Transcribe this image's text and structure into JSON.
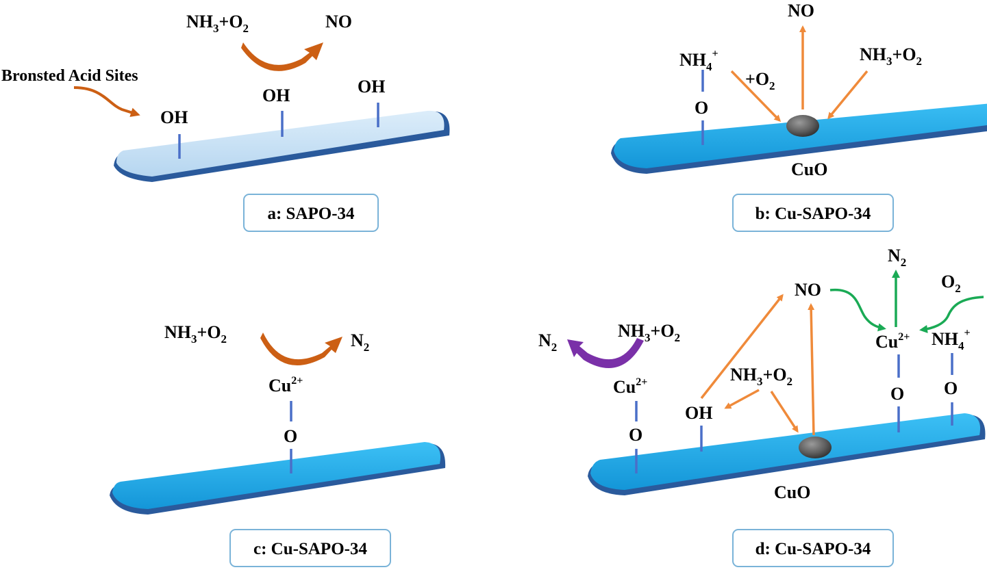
{
  "colors": {
    "slab_blue": "#1aa6e6",
    "slab_light": "#c9e3f7",
    "slab_edge": "#2a5a9c",
    "stick_blue": "#4a6fc8",
    "arrow_brown": "#cc5f14",
    "arrow_orange": "#ef8a3a",
    "arrow_green": "#1aaa55",
    "arrow_purple": "#7a30a8",
    "caption_border": "#7ab3d8",
    "cuo_particle": "#6a6a6a"
  },
  "icons": [
    "curved-arrow",
    "straight-arrow",
    "cuo-particle",
    "bond-stick"
  ],
  "panels": {
    "a": {
      "caption": "a: SAPO-34",
      "label_sites": "Bronsted Acid Sites",
      "oh_1": "OH",
      "oh_2": "OH",
      "oh_3": "OH",
      "reactant_main": "NH",
      "reactant_sub": "3",
      "reactant_mid": "+O",
      "reactant_sub2": "2",
      "product": "NO"
    },
    "b": {
      "caption": "b: Cu-SAPO-34",
      "nh4_main": "NH",
      "nh4_sub": "4",
      "nh4_sup": "+",
      "o_label": "O",
      "plus_o2_main": "+O",
      "plus_o2_sub": "2",
      "no_label": "NO",
      "reactant_main": "NH",
      "reactant_sub": "3",
      "reactant_mid": "+O",
      "reactant_sub2": "2",
      "cuo_label": "CuO"
    },
    "c": {
      "caption": "c: Cu-SAPO-34",
      "reactant_main": "NH",
      "reactant_sub": "3",
      "reactant_mid": "+O",
      "reactant_sub2": "2",
      "product_main": "N",
      "product_sub": "2",
      "cu_main": "Cu",
      "cu_sup": "2+",
      "o_label": "O"
    },
    "d": {
      "caption": "d: Cu-SAPO-34",
      "n2_left_main": "N",
      "n2_left_sub": "2",
      "reactant_left_main": "NH",
      "reactant_left_sub": "3",
      "reactant_left_mid": "+O",
      "reactant_left_sub2": "2",
      "cu_left_main": "Cu",
      "cu_left_sup": "2+",
      "o_left": "O",
      "oh_label": "OH",
      "reactant_mid_main": "NH",
      "reactant_mid_sub": "3",
      "reactant_mid_mid": "+O",
      "reactant_mid_sub2": "2",
      "no_label": "NO",
      "n2_top_main": "N",
      "n2_top_sub": "2",
      "o2_main": "O",
      "o2_sub": "2",
      "cu_right_main": "Cu",
      "cu_right_sup": "2+",
      "o_right": "O",
      "nh4_main": "NH",
      "nh4_sub": "4",
      "nh4_sup": "+",
      "o_nh4": "O",
      "cuo_label": "CuO"
    }
  }
}
